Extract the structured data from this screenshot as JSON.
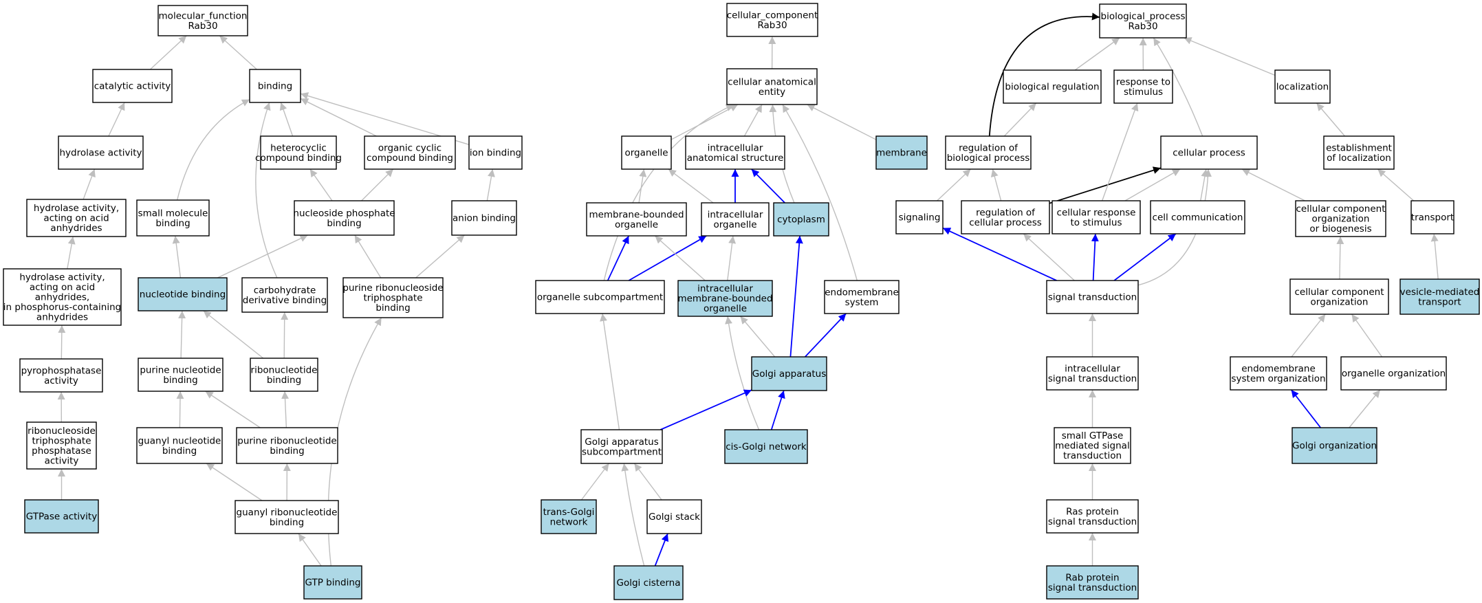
{
  "colors": {
    "plain": "#ffffff",
    "highlight": "#add8e6",
    "edge_default": "#bebebe",
    "edge_blue": "#0000ff",
    "edge_black": "#000000"
  },
  "nodes": [
    {
      "id": "mf",
      "lines": [
        "molecular_function",
        "Rab30"
      ],
      "highlight": false
    },
    {
      "id": "catalytic",
      "lines": [
        "catalytic activity"
      ],
      "highlight": false
    },
    {
      "id": "binding",
      "lines": [
        "binding"
      ],
      "highlight": false
    },
    {
      "id": "hydrolase",
      "lines": [
        "hydrolase activity"
      ],
      "highlight": false
    },
    {
      "id": "hydro_acid",
      "lines": [
        "hydrolase activity,",
        "acting on acid",
        "anhydrides"
      ],
      "highlight": false
    },
    {
      "id": "hydro_phos",
      "lines": [
        "hydrolase activity,",
        "acting on acid",
        "anhydrides,",
        "in phosphorus-containing",
        "anhydrides"
      ],
      "highlight": false
    },
    {
      "id": "pyro",
      "lines": [
        "pyrophosphatase",
        "activity"
      ],
      "highlight": false
    },
    {
      "id": "ntpase",
      "lines": [
        "ribonucleoside",
        "triphosphate",
        "phosphatase",
        "activity"
      ],
      "highlight": false
    },
    {
      "id": "gtpase",
      "lines": [
        "GTPase activity"
      ],
      "highlight": true
    },
    {
      "id": "small_mol",
      "lines": [
        "small molecule",
        "binding"
      ],
      "highlight": false
    },
    {
      "id": "heterocyclic",
      "lines": [
        "heterocyclic",
        "compound binding"
      ],
      "highlight": false
    },
    {
      "id": "organic_cyclic",
      "lines": [
        "organic cyclic",
        "compound binding"
      ],
      "highlight": false
    },
    {
      "id": "ion",
      "lines": [
        "ion binding"
      ],
      "highlight": false
    },
    {
      "id": "nuc_phos",
      "lines": [
        "nucleoside phosphate",
        "binding"
      ],
      "highlight": false
    },
    {
      "id": "anion",
      "lines": [
        "anion binding"
      ],
      "highlight": false
    },
    {
      "id": "nucleotide",
      "lines": [
        "nucleotide binding"
      ],
      "highlight": true
    },
    {
      "id": "carb",
      "lines": [
        "carbohydrate",
        "derivative binding"
      ],
      "highlight": false
    },
    {
      "id": "pur_ribonuc_tp",
      "lines": [
        "purine ribonucleoside",
        "triphosphate",
        "binding"
      ],
      "highlight": false
    },
    {
      "id": "pur_nuc",
      "lines": [
        "purine nucleotide",
        "binding"
      ],
      "highlight": false
    },
    {
      "id": "ribonuc",
      "lines": [
        "ribonucleotide",
        "binding"
      ],
      "highlight": false
    },
    {
      "id": "guanyl_nuc",
      "lines": [
        "guanyl nucleotide",
        "binding"
      ],
      "highlight": false
    },
    {
      "id": "pur_ribonuc",
      "lines": [
        "purine ribonucleotide",
        "binding"
      ],
      "highlight": false
    },
    {
      "id": "guanyl_ribo",
      "lines": [
        "guanyl ribonucleotide",
        "binding"
      ],
      "highlight": false
    },
    {
      "id": "gtp",
      "lines": [
        "GTP binding"
      ],
      "highlight": true
    },
    {
      "id": "cc",
      "lines": [
        "cellular_component",
        "Rab30"
      ],
      "highlight": false
    },
    {
      "id": "cae",
      "lines": [
        "cellular anatomical",
        "entity"
      ],
      "highlight": false
    },
    {
      "id": "organelle",
      "lines": [
        "organelle"
      ],
      "highlight": false
    },
    {
      "id": "ias",
      "lines": [
        "intracellular",
        "anatomical structure"
      ],
      "highlight": false
    },
    {
      "id": "membrane",
      "lines": [
        "membrane"
      ],
      "highlight": true
    },
    {
      "id": "mbo",
      "lines": [
        "membrane-bounded",
        "organelle"
      ],
      "highlight": false
    },
    {
      "id": "io",
      "lines": [
        "intracellular",
        "organelle"
      ],
      "highlight": false
    },
    {
      "id": "cytoplasm",
      "lines": [
        "cytoplasm"
      ],
      "highlight": true
    },
    {
      "id": "osc",
      "lines": [
        "organelle subcompartment"
      ],
      "highlight": false
    },
    {
      "id": "imbo",
      "lines": [
        "intracellular",
        "membrane-bounded",
        "organelle"
      ],
      "highlight": true
    },
    {
      "id": "endomem",
      "lines": [
        "endomembrane",
        "system"
      ],
      "highlight": false
    },
    {
      "id": "golgi",
      "lines": [
        "Golgi apparatus"
      ],
      "highlight": true
    },
    {
      "id": "golgi_sub",
      "lines": [
        "Golgi apparatus",
        "subcompartment"
      ],
      "highlight": false
    },
    {
      "id": "cis_golgi",
      "lines": [
        "cis-Golgi network"
      ],
      "highlight": true
    },
    {
      "id": "trans_golgi",
      "lines": [
        "trans-Golgi",
        "network"
      ],
      "highlight": true
    },
    {
      "id": "golgi_stack",
      "lines": [
        "Golgi stack"
      ],
      "highlight": false
    },
    {
      "id": "golgi_cist",
      "lines": [
        "Golgi cisterna"
      ],
      "highlight": true
    },
    {
      "id": "bp",
      "lines": [
        "biological_process",
        "Rab30"
      ],
      "highlight": false
    },
    {
      "id": "bio_reg",
      "lines": [
        "biological regulation"
      ],
      "highlight": false
    },
    {
      "id": "resp_stim",
      "lines": [
        "response to",
        "stimulus"
      ],
      "highlight": false
    },
    {
      "id": "localization",
      "lines": [
        "localization"
      ],
      "highlight": false
    },
    {
      "id": "reg_bio",
      "lines": [
        "regulation of",
        "biological process"
      ],
      "highlight": false
    },
    {
      "id": "cell_proc",
      "lines": [
        "cellular process"
      ],
      "highlight": false
    },
    {
      "id": "est_loc",
      "lines": [
        "establishment",
        "of localization"
      ],
      "highlight": false
    },
    {
      "id": "signaling",
      "lines": [
        "signaling"
      ],
      "highlight": false
    },
    {
      "id": "reg_cell",
      "lines": [
        "regulation of",
        "cellular process"
      ],
      "highlight": false
    },
    {
      "id": "cell_resp",
      "lines": [
        "cellular response",
        "to stimulus"
      ],
      "highlight": false
    },
    {
      "id": "cell_comm",
      "lines": [
        "cell communication"
      ],
      "highlight": false
    },
    {
      "id": "ccob",
      "lines": [
        "cellular component",
        "organization",
        "or biogenesis"
      ],
      "highlight": false
    },
    {
      "id": "transport",
      "lines": [
        "transport"
      ],
      "highlight": false
    },
    {
      "id": "sig_trans",
      "lines": [
        "signal transduction"
      ],
      "highlight": false
    },
    {
      "id": "cco",
      "lines": [
        "cellular component",
        "organization"
      ],
      "highlight": false
    },
    {
      "id": "vesicle",
      "lines": [
        "vesicle-mediated",
        "transport"
      ],
      "highlight": true
    },
    {
      "id": "intra_sig",
      "lines": [
        "intracellular",
        "signal transduction"
      ],
      "highlight": false
    },
    {
      "id": "endomem_org",
      "lines": [
        "endomembrane",
        "system organization"
      ],
      "highlight": false
    },
    {
      "id": "organelle_org",
      "lines": [
        "organelle organization"
      ],
      "highlight": false
    },
    {
      "id": "small_gtpase",
      "lines": [
        "small GTPase",
        "mediated signal",
        "transduction"
      ],
      "highlight": false
    },
    {
      "id": "golgi_org",
      "lines": [
        "Golgi organization"
      ],
      "highlight": true
    },
    {
      "id": "ras",
      "lines": [
        "Ras protein",
        "signal transduction"
      ],
      "highlight": false
    },
    {
      "id": "rab",
      "lines": [
        "Rab protein",
        "signal transduction"
      ],
      "highlight": true
    }
  ],
  "edges": [
    {
      "from": "catalytic",
      "to": "mf",
      "color": "gray"
    },
    {
      "from": "binding",
      "to": "mf",
      "color": "gray"
    },
    {
      "from": "hydrolase",
      "to": "catalytic",
      "color": "gray"
    },
    {
      "from": "hydro_acid",
      "to": "hydrolase",
      "color": "gray"
    },
    {
      "from": "hydro_phos",
      "to": "hydro_acid",
      "color": "gray"
    },
    {
      "from": "pyro",
      "to": "hydro_phos",
      "color": "gray"
    },
    {
      "from": "ntpase",
      "to": "pyro",
      "color": "gray"
    },
    {
      "from": "gtpase",
      "to": "ntpase",
      "color": "gray"
    },
    {
      "from": "small_mol",
      "to": "binding",
      "color": "gray"
    },
    {
      "from": "heterocyclic",
      "to": "binding",
      "color": "gray"
    },
    {
      "from": "organic_cyclic",
      "to": "binding",
      "color": "gray"
    },
    {
      "from": "ion",
      "to": "binding",
      "color": "gray"
    },
    {
      "from": "carb",
      "to": "binding",
      "color": "gray"
    },
    {
      "from": "nuc_phos",
      "to": "heterocyclic",
      "color": "gray"
    },
    {
      "from": "nuc_phos",
      "to": "organic_cyclic",
      "color": "gray"
    },
    {
      "from": "anion",
      "to": "ion",
      "color": "gray"
    },
    {
      "from": "nucleotide",
      "to": "small_mol",
      "color": "gray"
    },
    {
      "from": "nucleotide",
      "to": "nuc_phos",
      "color": "gray"
    },
    {
      "from": "pur_ribonuc_tp",
      "to": "nuc_phos",
      "color": "gray"
    },
    {
      "from": "pur_ribonuc_tp",
      "to": "anion",
      "color": "gray"
    },
    {
      "from": "pur_nuc",
      "to": "nucleotide",
      "color": "gray"
    },
    {
      "from": "ribonuc",
      "to": "nucleotide",
      "color": "gray"
    },
    {
      "from": "ribonuc",
      "to": "carb",
      "color": "gray"
    },
    {
      "from": "guanyl_nuc",
      "to": "pur_nuc",
      "color": "gray"
    },
    {
      "from": "pur_ribonuc",
      "to": "pur_nuc",
      "color": "gray"
    },
    {
      "from": "pur_ribonuc",
      "to": "ribonuc",
      "color": "gray"
    },
    {
      "from": "guanyl_ribo",
      "to": "guanyl_nuc",
      "color": "gray"
    },
    {
      "from": "guanyl_ribo",
      "to": "pur_ribonuc",
      "color": "gray"
    },
    {
      "from": "gtp",
      "to": "guanyl_ribo",
      "color": "gray"
    },
    {
      "from": "gtp",
      "to": "pur_ribonuc_tp",
      "color": "gray"
    },
    {
      "from": "cae",
      "to": "cc",
      "color": "gray"
    },
    {
      "from": "organelle",
      "to": "cae",
      "color": "gray"
    },
    {
      "from": "ias",
      "to": "cae",
      "color": "gray"
    },
    {
      "from": "membrane",
      "to": "cae",
      "color": "gray"
    },
    {
      "from": "cytoplasm",
      "to": "cae",
      "color": "gray"
    },
    {
      "from": "osc",
      "to": "cae",
      "color": "gray"
    },
    {
      "from": "endomem",
      "to": "cae",
      "color": "gray"
    },
    {
      "from": "mbo",
      "to": "organelle",
      "color": "gray"
    },
    {
      "from": "io",
      "to": "organelle",
      "color": "gray"
    },
    {
      "from": "io",
      "to": "ias",
      "color": "blue"
    },
    {
      "from": "cytoplasm",
      "to": "ias",
      "color": "blue"
    },
    {
      "from": "osc",
      "to": "mbo",
      "color": "blue"
    },
    {
      "from": "osc",
      "to": "io",
      "color": "blue"
    },
    {
      "from": "imbo",
      "to": "mbo",
      "color": "gray"
    },
    {
      "from": "imbo",
      "to": "io",
      "color": "gray"
    },
    {
      "from": "golgi",
      "to": "imbo",
      "color": "gray"
    },
    {
      "from": "golgi",
      "to": "cytoplasm",
      "color": "blue"
    },
    {
      "from": "golgi",
      "to": "endomem",
      "color": "blue"
    },
    {
      "from": "cis_golgi",
      "to": "imbo",
      "color": "gray"
    },
    {
      "from": "cis_golgi",
      "to": "golgi",
      "color": "blue"
    },
    {
      "from": "golgi_sub",
      "to": "osc",
      "color": "gray"
    },
    {
      "from": "golgi_sub",
      "to": "golgi",
      "color": "blue"
    },
    {
      "from": "trans_golgi",
      "to": "golgi_sub",
      "color": "gray"
    },
    {
      "from": "golgi_stack",
      "to": "golgi_sub",
      "color": "gray"
    },
    {
      "from": "golgi_cist",
      "to": "golgi_sub",
      "color": "gray"
    },
    {
      "from": "golgi_cist",
      "to": "golgi_stack",
      "color": "blue"
    },
    {
      "from": "bio_reg",
      "to": "bp",
      "color": "gray"
    },
    {
      "from": "resp_stim",
      "to": "bp",
      "color": "gray"
    },
    {
      "from": "localization",
      "to": "bp",
      "color": "gray"
    },
    {
      "from": "cell_proc",
      "to": "bp",
      "color": "gray"
    },
    {
      "from": "reg_bio",
      "to": "bp",
      "color": "black"
    },
    {
      "from": "reg_bio",
      "to": "bio_reg",
      "color": "gray"
    },
    {
      "from": "est_loc",
      "to": "localization",
      "color": "gray"
    },
    {
      "from": "signaling",
      "to": "reg_bio",
      "color": "gray"
    },
    {
      "from": "reg_cell",
      "to": "reg_bio",
      "color": "gray"
    },
    {
      "from": "reg_cell",
      "to": "cell_proc",
      "color": "black"
    },
    {
      "from": "cell_resp",
      "to": "resp_stim",
      "color": "gray"
    },
    {
      "from": "cell_resp",
      "to": "cell_proc",
      "color": "gray"
    },
    {
      "from": "cell_comm",
      "to": "cell_proc",
      "color": "gray"
    },
    {
      "from": "ccob",
      "to": "cell_proc",
      "color": "gray"
    },
    {
      "from": "transport",
      "to": "est_loc",
      "color": "gray"
    },
    {
      "from": "sig_trans",
      "to": "signaling",
      "color": "blue"
    },
    {
      "from": "sig_trans",
      "to": "reg_cell",
      "color": "gray"
    },
    {
      "from": "sig_trans",
      "to": "cell_resp",
      "color": "blue"
    },
    {
      "from": "sig_trans",
      "to": "cell_comm",
      "color": "blue"
    },
    {
      "from": "sig_trans",
      "to": "cell_proc",
      "color": "gray"
    },
    {
      "from": "cco",
      "to": "ccob",
      "color": "gray"
    },
    {
      "from": "vesicle",
      "to": "transport",
      "color": "gray"
    },
    {
      "from": "intra_sig",
      "to": "sig_trans",
      "color": "gray"
    },
    {
      "from": "endomem_org",
      "to": "cco",
      "color": "gray"
    },
    {
      "from": "organelle_org",
      "to": "cco",
      "color": "gray"
    },
    {
      "from": "small_gtpase",
      "to": "intra_sig",
      "color": "gray"
    },
    {
      "from": "golgi_org",
      "to": "endomem_org",
      "color": "blue"
    },
    {
      "from": "golgi_org",
      "to": "organelle_org",
      "color": "gray"
    },
    {
      "from": "ras",
      "to": "small_gtpase",
      "color": "gray"
    },
    {
      "from": "rab",
      "to": "ras",
      "color": "gray"
    }
  ]
}
